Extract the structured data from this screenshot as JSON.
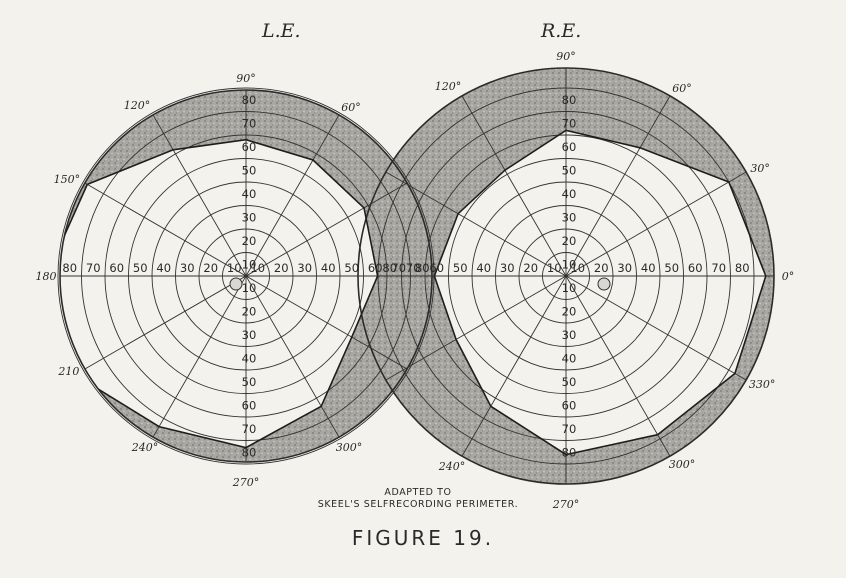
{
  "eyes": [
    {
      "key": "le",
      "label": "L.E.",
      "center": "left"
    },
    {
      "key": "re",
      "label": "R.E.",
      "center": "right"
    }
  ],
  "rings": {
    "horizontal": [
      "10",
      "20",
      "30",
      "40",
      "50",
      "60",
      "70",
      "80"
    ],
    "vertical": [
      "10",
      "20",
      "30",
      "40",
      "50",
      "60",
      "70",
      "80"
    ]
  },
  "meridians": {
    "le": {
      "90": "90°",
      "60": "60°",
      "120": "120°",
      "150": "150°",
      "180": "180",
      "210": "210",
      "240": "240°",
      "270": "270°",
      "300": "300°"
    },
    "re": {
      "90": "90°",
      "60": "60°",
      "30": "30°",
      "0": "0°",
      "120": "120°",
      "240": "240°",
      "270": "270°",
      "300": "300°",
      "330": "330°"
    }
  },
  "field_boundary_degrees": {
    "le": [
      [
        0,
        56
      ],
      [
        30,
        58
      ],
      [
        60,
        57
      ],
      [
        90,
        58
      ],
      [
        120,
        62
      ],
      [
        150,
        78
      ],
      [
        180,
        85
      ],
      [
        210,
        84
      ],
      [
        240,
        74
      ],
      [
        270,
        73
      ],
      [
        300,
        64
      ],
      [
        330,
        52
      ]
    ],
    "re": [
      [
        0,
        85
      ],
      [
        30,
        80
      ],
      [
        60,
        63
      ],
      [
        90,
        62
      ],
      [
        120,
        52
      ],
      [
        150,
        53
      ],
      [
        180,
        56
      ],
      [
        210,
        54
      ],
      [
        240,
        64
      ],
      [
        270,
        76
      ],
      [
        300,
        78
      ],
      [
        330,
        83
      ]
    ]
  },
  "credit_line1": "ADAPTED TO",
  "credit_line2": "SKEEL'S SELFRECORDING PERIMETER.",
  "figure_title": "FIGURE 19."
}
